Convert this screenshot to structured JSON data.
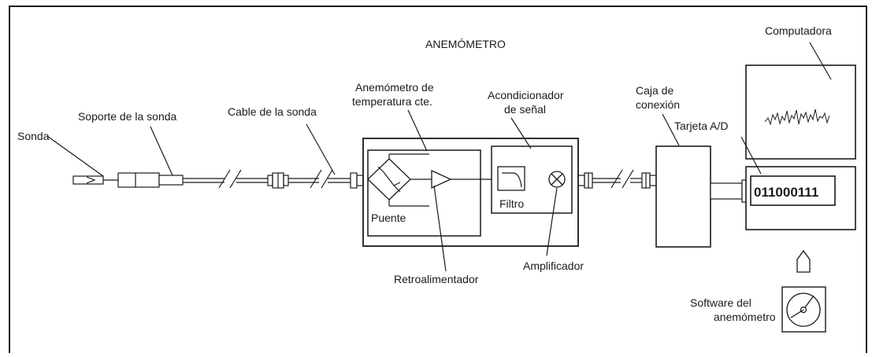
{
  "title": "ANEMÓMETRO",
  "labels": {
    "computer": "Computadora",
    "probe": "Sonda",
    "probe_support": "Soporte de la sonda",
    "probe_cable": "Cable de la sonda",
    "cta_line1": "Anemómetro de",
    "cta_line2": "temperatura cte.",
    "signal_cond_line1": "Acondicionador",
    "signal_cond_line2": "de señal",
    "box_line1": "Caja de",
    "box_line2": "conexión",
    "ad_card": "Tarjeta A/D",
    "bridge": "Puente",
    "filter": "Filtro",
    "feedback": "Retroalimentador",
    "amplifier": "Amplificador",
    "software_line1": "Software del",
    "software_line2": "anemómetro"
  },
  "ad_readout": "011000111"
}
